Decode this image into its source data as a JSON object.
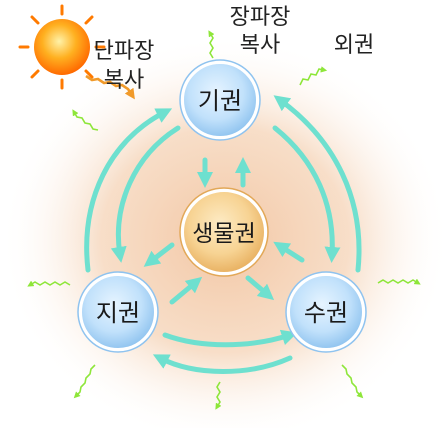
{
  "labels": {
    "shortwave_line1": "단파장",
    "shortwave_line2": "복사",
    "longwave_line1": "장파장",
    "longwave_line2": "복사",
    "outer_sphere": "외권"
  },
  "spheres": {
    "atmosphere": "기권",
    "biosphere": "생물권",
    "geosphere": "지권",
    "hydrosphere": "수권"
  },
  "icons": {
    "sun": "sun-icon",
    "wave": "wavy-arrow-icon"
  },
  "colors": {
    "cycle_arrow": "#6ee0cf",
    "wave_arrow": "#8ee63a",
    "shortwave_arrow": "#f19a2a",
    "sphere_fill": "#bfe0fa",
    "sphere_edge": "#7fb8e6",
    "bio_fill": "#f7d28f",
    "glow": "#f3c6a1"
  }
}
